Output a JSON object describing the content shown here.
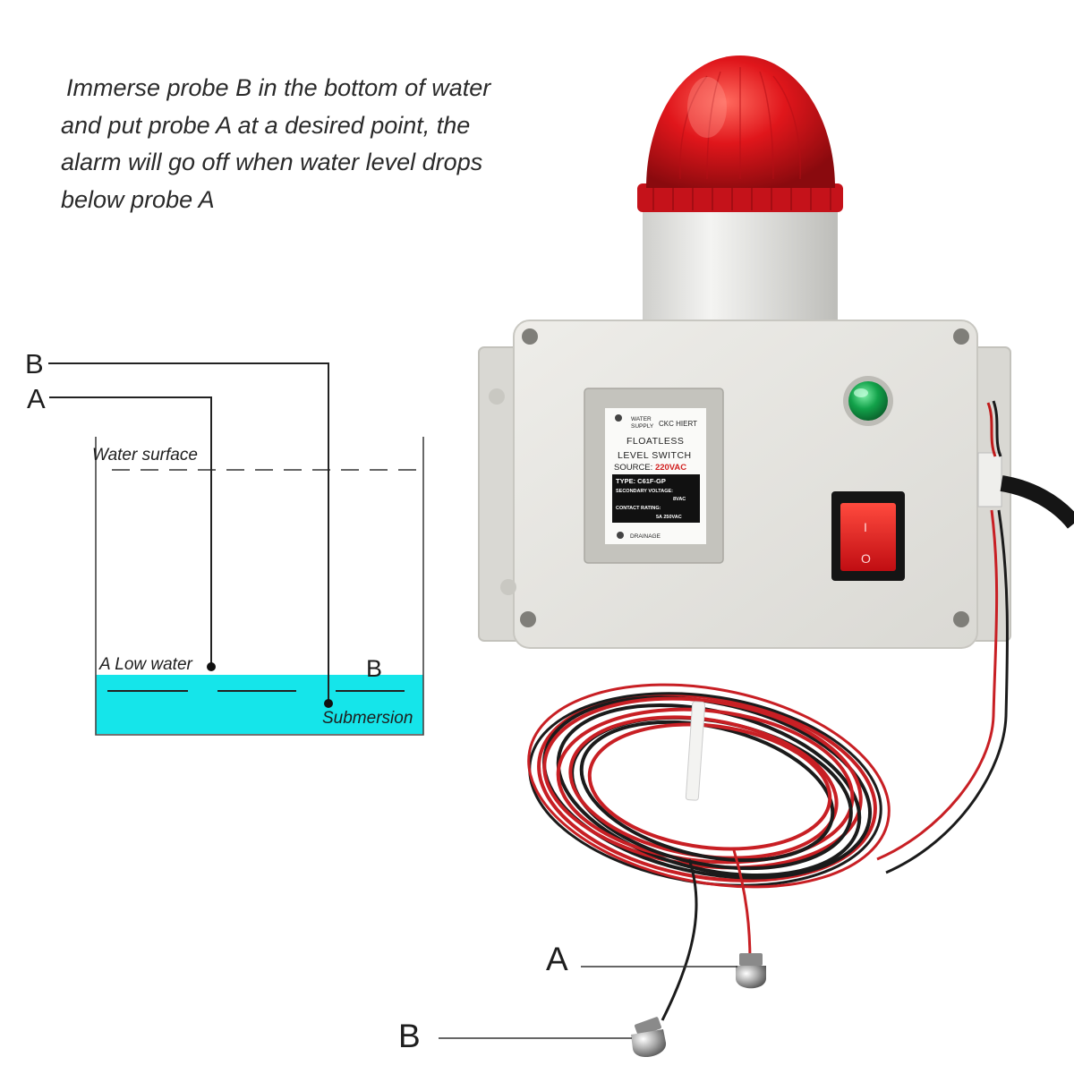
{
  "instructions": {
    "lines": [
      "Immerse probe B in the bottom of water",
      "and  put  probe  A at a desired point, the",
      "alarm will go off when  water level drops",
      "below probe A"
    ]
  },
  "diagram": {
    "probe_b_label": "B",
    "probe_a_label": "A",
    "water_surface_label": "Water surface",
    "low_water_label": "A Low water",
    "b_marker_label": "B",
    "submersion_label": "Submersion",
    "water_color": "#15e5ea"
  },
  "controller": {
    "label_supply_line1": "WATER",
    "label_supply_line2": "SUPPLY",
    "brand": "CKC HIERT",
    "title_line1": "FLOATLESS",
    "title_line2": "LEVEL SWITCH",
    "source_prefix": "SOURCE:",
    "source_value": "220VAC",
    "type_line": "TYPE:  C61F-GP",
    "secondary_voltage_label": "SECONDARY VOLTAGE:",
    "secondary_voltage_value": "8VAC",
    "contact_rating_label": "CONTACT RATING:",
    "contact_rating_value": "5A 250VAC",
    "drainage_label": "DRAINAGE",
    "switch_on_symbol": "I",
    "switch_off_symbol": "O",
    "beacon_color": "#d8141c",
    "indicator_color": "#12a24a"
  },
  "probes": {
    "a_label": "A",
    "b_label": "B"
  }
}
